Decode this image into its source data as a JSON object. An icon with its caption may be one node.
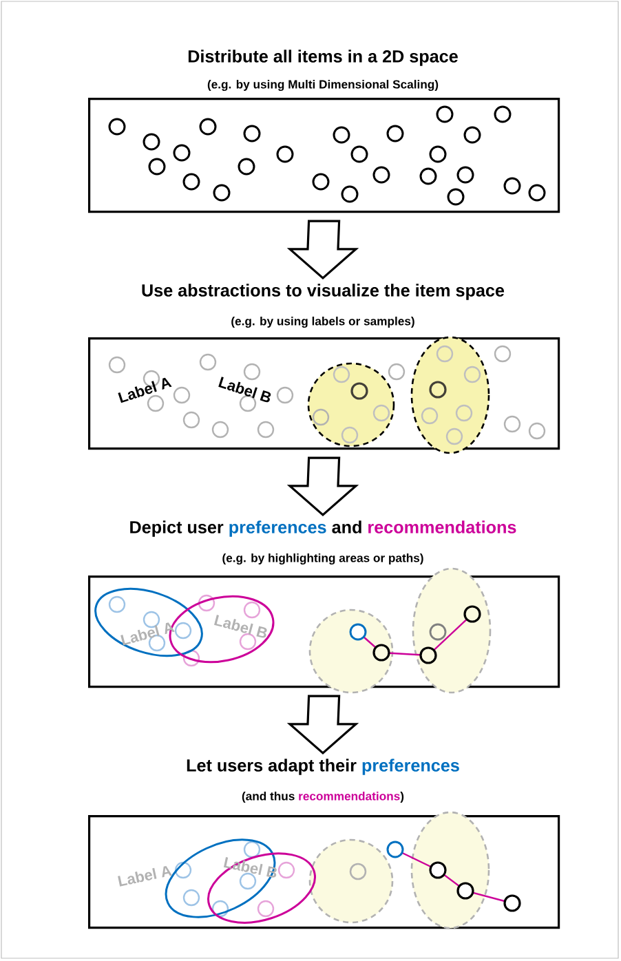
{
  "diagram": {
    "nodes": [
      {
        "text": [
          "Distribute all items in a 2D space",
          "(e.g. by using Multi Dimensional Scaling)"
        ]
      },
      {
        "text": [
          "Use abstractions to visualize the item space",
          "(e.g. by using labels or samples)"
        ]
      },
      {
        "text": [
          "Depict user",
          "preferences",
          "and",
          "recommendations",
          "(e.g. by highlighting areas or paths)"
        ]
      },
      {
        "text": [
          "Let users adapt their",
          "preferences",
          "(and thus",
          "recommendations",
          ")"
        ]
      }
    ],
    "edges": [
      {
        "from": 0,
        "to": 1,
        "arrow": "to"
      },
      {
        "from": 1,
        "to": 2,
        "arrow": "to"
      },
      {
        "from": 2,
        "to": 3,
        "arrow": "to"
      }
    ],
    "labels": [
      "Label A",
      "Label B",
      "Label A",
      "Label B",
      "Label A",
      "Label B"
    ]
  }
}
